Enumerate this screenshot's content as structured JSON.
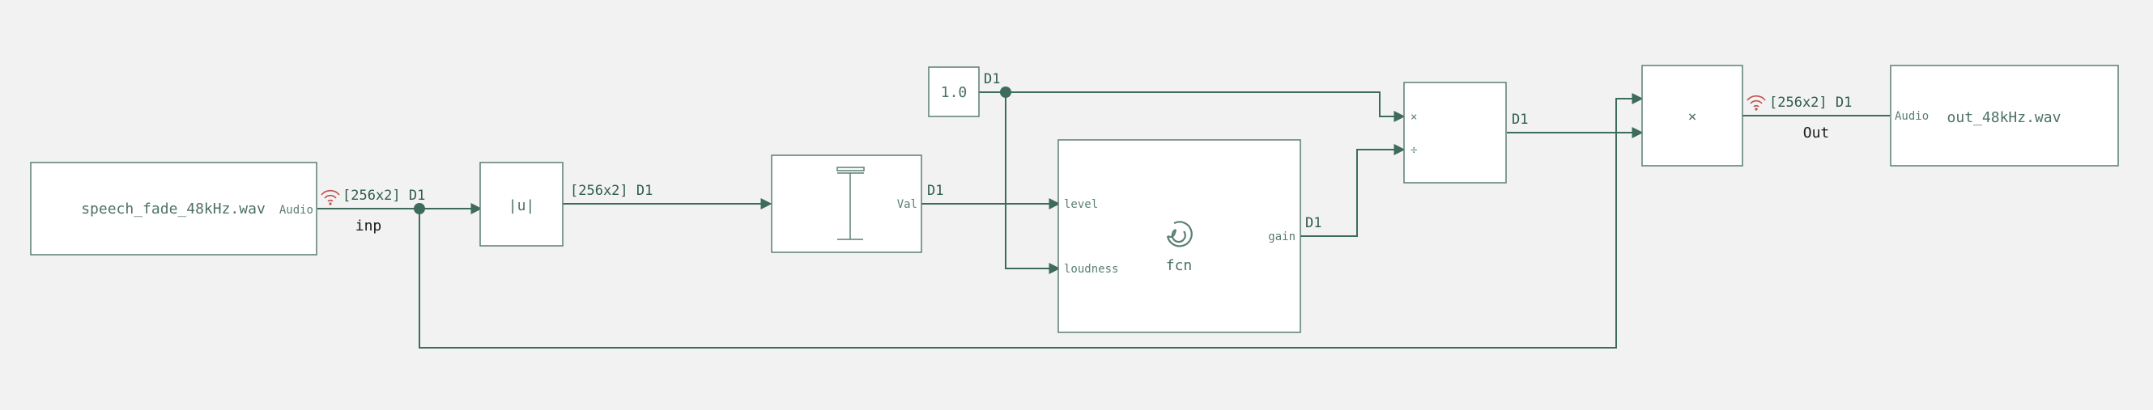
{
  "blocks": {
    "source": {
      "file_label": "speech_fade_48kHz.wav",
      "port_out": "Audio",
      "name": "inp"
    },
    "abs": {
      "label": "|u|"
    },
    "peak": {
      "port_out": "Val"
    },
    "constant": {
      "value": "1.0"
    },
    "fcn": {
      "label": "fcn",
      "port_level": "level",
      "port_loudness": "loudness",
      "port_gain": "gain"
    },
    "divide": {
      "port_mul": "×",
      "port_div": "÷"
    },
    "product": {
      "label": "×"
    },
    "sink": {
      "file_label": "out_48kHz.wav",
      "port_in": "Audio",
      "name": "Out"
    }
  },
  "signals": {
    "inp_out": "[256x2] D1",
    "abs_out": "[256x2] D1",
    "val_out": "D1",
    "const_out": "D1",
    "gain_out": "D1",
    "div_out": "D1",
    "prod_out": "[256x2] D1"
  },
  "icons": {
    "audio_stream": "wifi-broadcast-icon",
    "fcn": "matlab-function-icon",
    "peak": "peak-hold-icon"
  },
  "colors": {
    "wire": "#3d6b5d",
    "block_border": "#5b7f73",
    "audio_icon": "#c0504d",
    "background": "#f2f2f2"
  }
}
